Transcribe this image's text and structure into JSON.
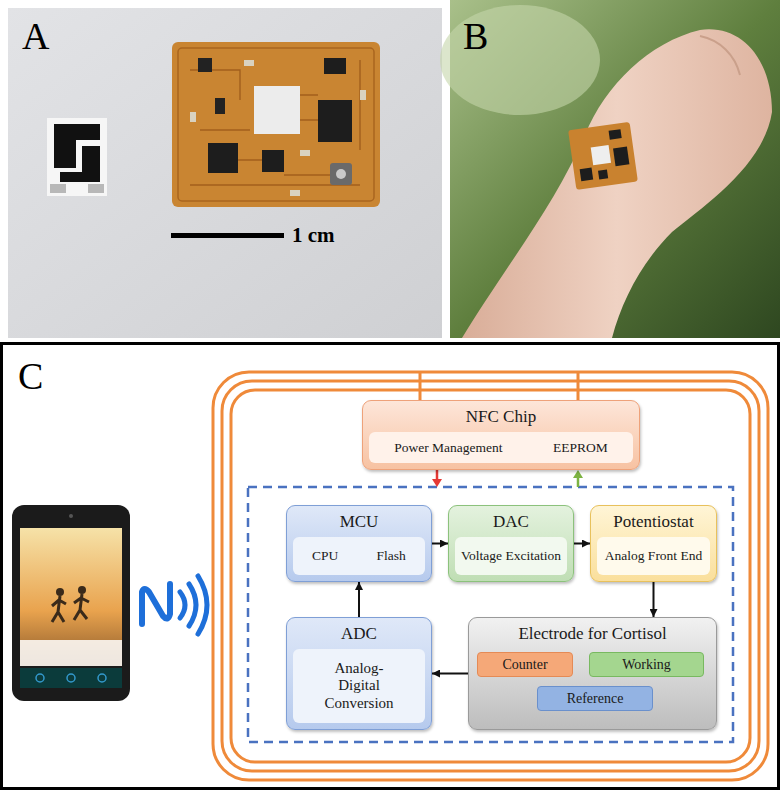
{
  "diagram": {
    "nodes": [
      {
        "text": [
          "NFC Chip",
          "Power Management",
          "EEPROM"
        ]
      },
      {
        "text": [
          "MCU",
          "CPU",
          "Flash"
        ]
      },
      {
        "text": [
          "DAC",
          "Voltage Excitation"
        ]
      },
      {
        "text": [
          "Potentiostat",
          "Analog Front End"
        ]
      },
      {
        "text": [
          "ADC",
          "Analog- Digital Conversion"
        ]
      },
      {
        "text": [
          "Electrode for Cortisol"
        ]
      },
      {
        "text": [
          "Counter"
        ],
        "in": 5
      },
      {
        "text": [
          "Working"
        ],
        "in": 5
      },
      {
        "text": [
          "Reference"
        ],
        "in": 5
      }
    ],
    "edges": [
      {
        "from": 1,
        "to": 2,
        "arrow": "to"
      },
      {
        "from": 2,
        "to": 3,
        "arrow": "to"
      },
      {
        "from": 3,
        "to": 5,
        "arrow": "to"
      },
      {
        "from": 5,
        "to": 4,
        "arrow": "to"
      },
      {
        "from": 4,
        "to": 1,
        "arrow": "to"
      }
    ],
    "labels": [
      "A",
      "B",
      "C",
      "1 cm"
    ]
  }
}
